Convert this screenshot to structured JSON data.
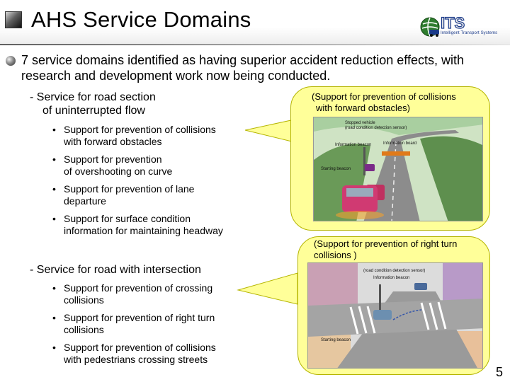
{
  "slide": {
    "title": "AHS Service Domains",
    "page_number": "5",
    "logo": {
      "mark": "ITS",
      "subtitle": "Intelligent Transport Systems"
    },
    "main_point": "7 service domains identified as having superior accident reduction effects, with research and development work now being conducted.",
    "sections": [
      {
        "heading_line1": "- Service for road section",
        "heading_line2": "of uninterrupted flow",
        "items": [
          {
            "line1": "Support for prevention of collisions",
            "line2": "with forward obstacles"
          },
          {
            "line1": "Support for prevention",
            "line2": "of overshooting on curve"
          },
          {
            "line1": "Support for prevention of lane",
            "line2": "departure"
          },
          {
            "line1": "Support for surface condition",
            "line2": "information for maintaining headway"
          }
        ]
      },
      {
        "heading_line1": "- Service for road with intersection",
        "items": [
          {
            "line1": "Support for prevention of crossing",
            "line2": "collisions"
          },
          {
            "line1": "Support for prevention of right turn",
            "line2": "collisions"
          },
          {
            "line1": "Support for prevention of collisions",
            "line2": "with pedestrians crossing streets"
          }
        ]
      }
    ],
    "callouts": [
      {
        "caption_line1": "(Support for prevention of collisions",
        "caption_line2": "with forward obstacles)",
        "labels": [
          "Stopped vehicle",
          "(road condition detection sensor)",
          "Information beacon",
          "Information board",
          "Starting beacon"
        ]
      },
      {
        "caption_line1": "(Support for prevention of right turn",
        "caption_line2": "collisions )",
        "labels": [
          "(road condition detection sensor)",
          "Information beacon",
          "Starting beacon"
        ]
      }
    ],
    "bullet_glyph": "•"
  }
}
